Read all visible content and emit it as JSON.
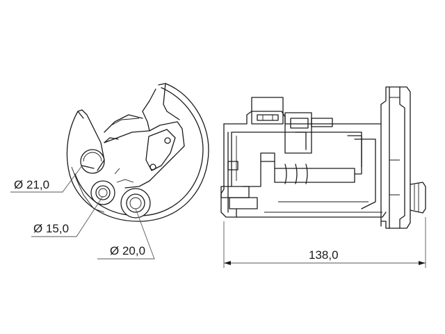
{
  "dimensions": {
    "diameter_a": "Ø 21,0",
    "diameter_b": "Ø 15,0",
    "diameter_c": "Ø 20,0",
    "length": "138,0"
  },
  "colors": {
    "line": "#1a1a1a",
    "leader_accent": "#d04040",
    "background": "#ffffff"
  }
}
